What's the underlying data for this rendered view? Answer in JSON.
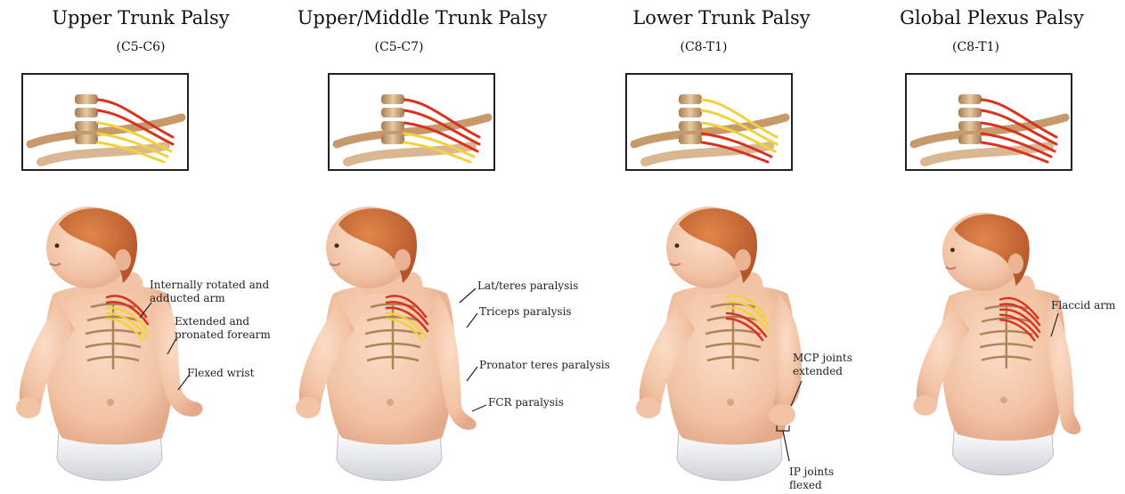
{
  "panels": [
    {
      "title": "Upper Trunk Palsy",
      "levels": "(C5-C6)",
      "affected_nerves": "upper",
      "annotations": [
        {
          "text": "Internally rotated and\nadducted arm"
        },
        {
          "text": "Extended and\npronated forearm"
        },
        {
          "text": "Flexed wrist"
        }
      ]
    },
    {
      "title": "Upper/Middle Trunk Palsy",
      "levels": "(C5-C7)",
      "affected_nerves": "upper-middle",
      "annotations": [
        {
          "text": "Lat/teres paralysis"
        },
        {
          "text": "Triceps paralysis"
        },
        {
          "text": "Pronator teres paralysis"
        },
        {
          "text": "FCR paralysis"
        }
      ]
    },
    {
      "title": "Lower Trunk Palsy",
      "levels": "(C8-T1)",
      "affected_nerves": "lower",
      "annotations": [
        {
          "text": "MCP joints\nextended"
        },
        {
          "text": "IP joints\nflexed"
        }
      ]
    },
    {
      "title": "Global Plexus Palsy",
      "levels": "(C8-T1)",
      "affected_nerves": "all",
      "annotations": [
        {
          "text": "Flaccid arm"
        }
      ]
    }
  ],
  "colors": {
    "affected_nerve": "#d9331f",
    "normal_nerve": "#f2d23c",
    "skin": "#f6cdb2",
    "hair": "#c8642f",
    "bone": "#c79a6b",
    "diaper": "#e9eaee"
  }
}
